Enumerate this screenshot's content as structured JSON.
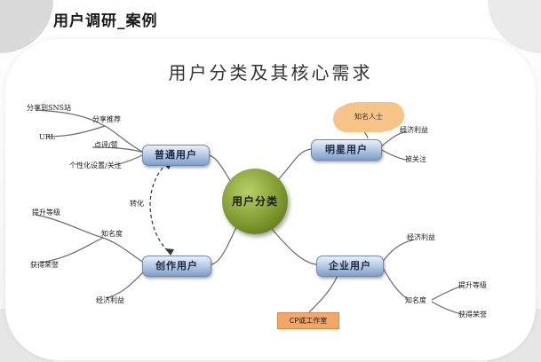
{
  "page": {
    "title": "用户调研_案例"
  },
  "diagram": {
    "title": "用户分类及其核心需求",
    "center": "用户分类",
    "nodes": {
      "normal_user": "普通用户",
      "creative_user": "创作用户",
      "star_user": "明星用户",
      "enterprise_user": "企业用户"
    },
    "convert_label": "转化",
    "normal_leaves": {
      "share_sns": "分享到SNS站",
      "share_recommend": "分享推荐",
      "url": "URL",
      "comment_like": "点评/赞",
      "personalize": "个性化设置/关注"
    },
    "creative_leaves": {
      "level_up": "提升等级",
      "popularity": "知名度",
      "honor": "获得荣誉",
      "economic": "经济利益"
    },
    "star_leaves": {
      "cloud": "知名人士",
      "economic": "经济利益",
      "followed": "被关注"
    },
    "enterprise_leaves": {
      "economic": "经济利益",
      "popularity": "知名度",
      "level_up": "提升等级",
      "honor": "获得荣誉",
      "cp": "CP或工作室"
    }
  }
}
